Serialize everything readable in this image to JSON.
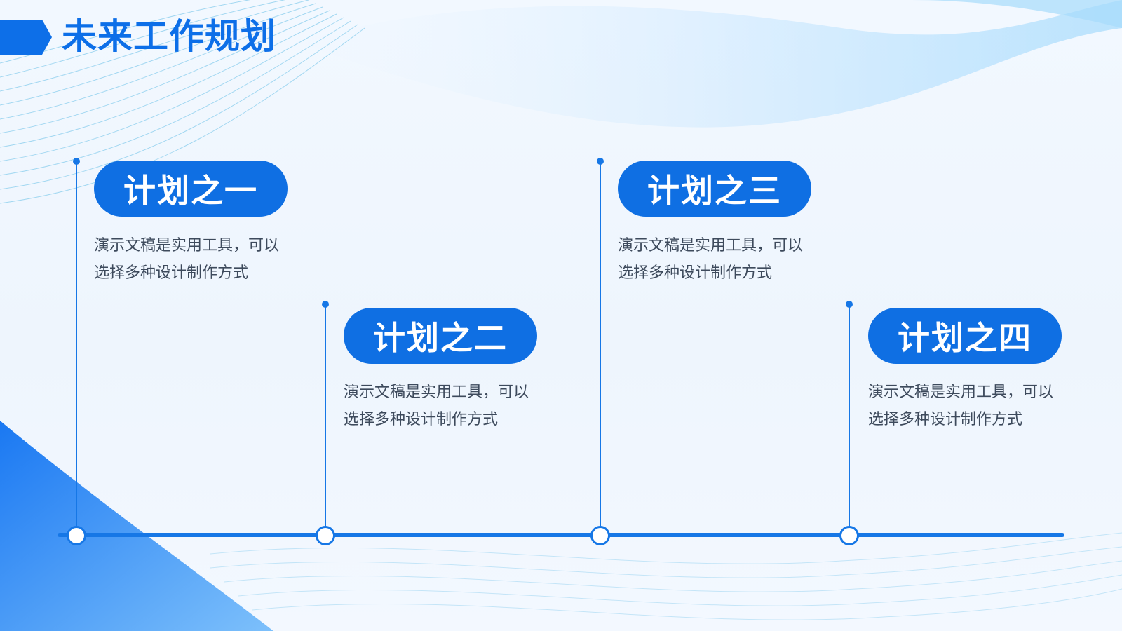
{
  "slide": {
    "title": "未来工作规划"
  },
  "plans": [
    {
      "label": "计划之一",
      "desc_line1": "演示文稿是实用工具，可以",
      "desc_line2": "选择多种设计制作方式"
    },
    {
      "label": "计划之二",
      "desc_line1": "演示文稿是实用工具，可以",
      "desc_line2": "选择多种设计制作方式"
    },
    {
      "label": "计划之三",
      "desc_line1": "演示文稿是实用工具，可以",
      "desc_line2": "选择多种设计制作方式"
    },
    {
      "label": "计划之四",
      "desc_line1": "演示文稿是实用工具，可以",
      "desc_line2": "选择多种设计制作方式"
    }
  ],
  "colors": {
    "accent": "#1677e6",
    "pill": "#0f6fe3",
    "title": "#0d6fe8",
    "text": "#3d4a5c"
  }
}
